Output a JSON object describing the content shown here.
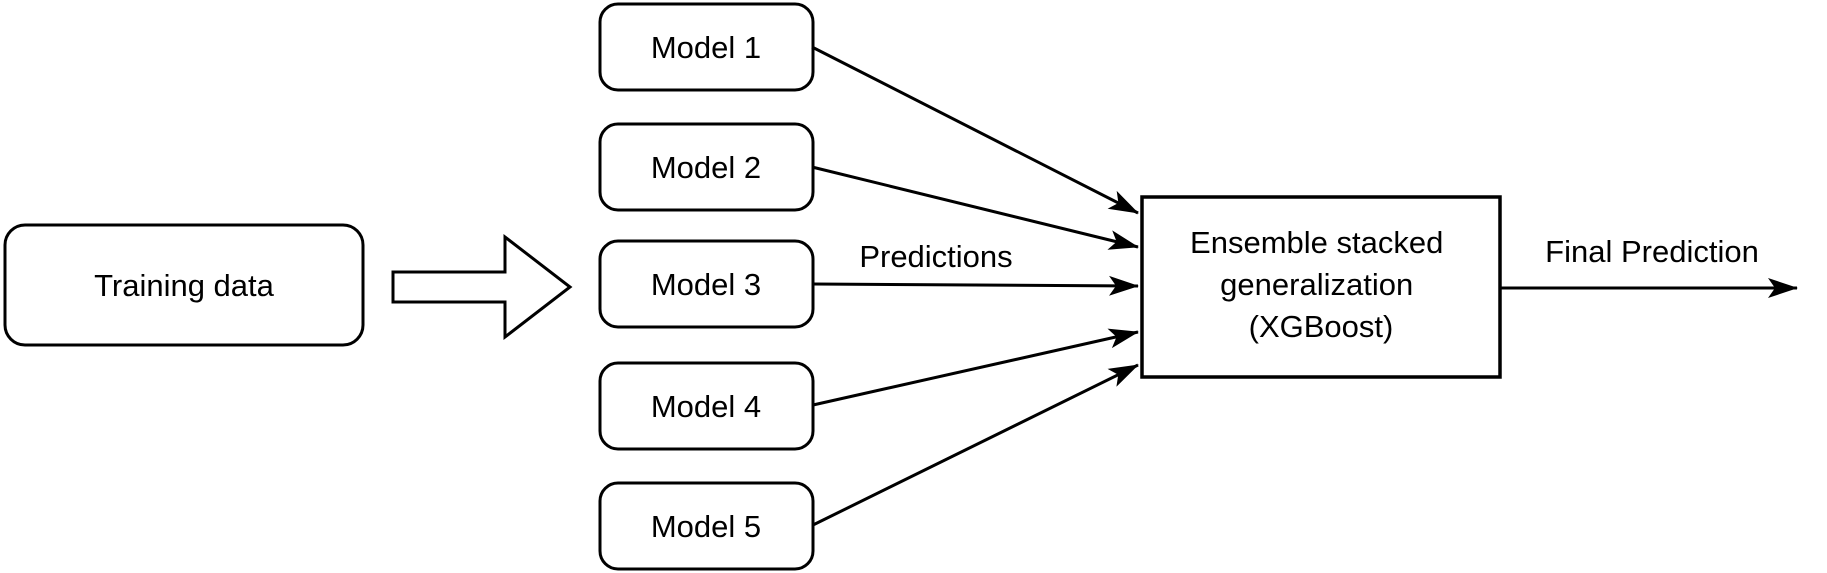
{
  "diagram": {
    "type": "flowchart",
    "background_color": "#ffffff",
    "stroke_color": "#000000",
    "node_fill_color": "#ffffff",
    "text_color": "#000000",
    "nodes": {
      "training": {
        "label": "Training data"
      },
      "models": [
        {
          "label": "Model 1"
        },
        {
          "label": "Model 2"
        },
        {
          "label": "Model 3"
        },
        {
          "label": "Model 4"
        },
        {
          "label": "Model 5"
        }
      ],
      "ensemble": {
        "label": "Ensemble stacked generalization (XGBoost)",
        "lines": [
          "Ensemble stacked",
          "generalization",
          "(XGBoost)"
        ]
      }
    },
    "edge_labels": {
      "predictions": "Predictions",
      "final_prediction": "Final Prediction"
    }
  }
}
